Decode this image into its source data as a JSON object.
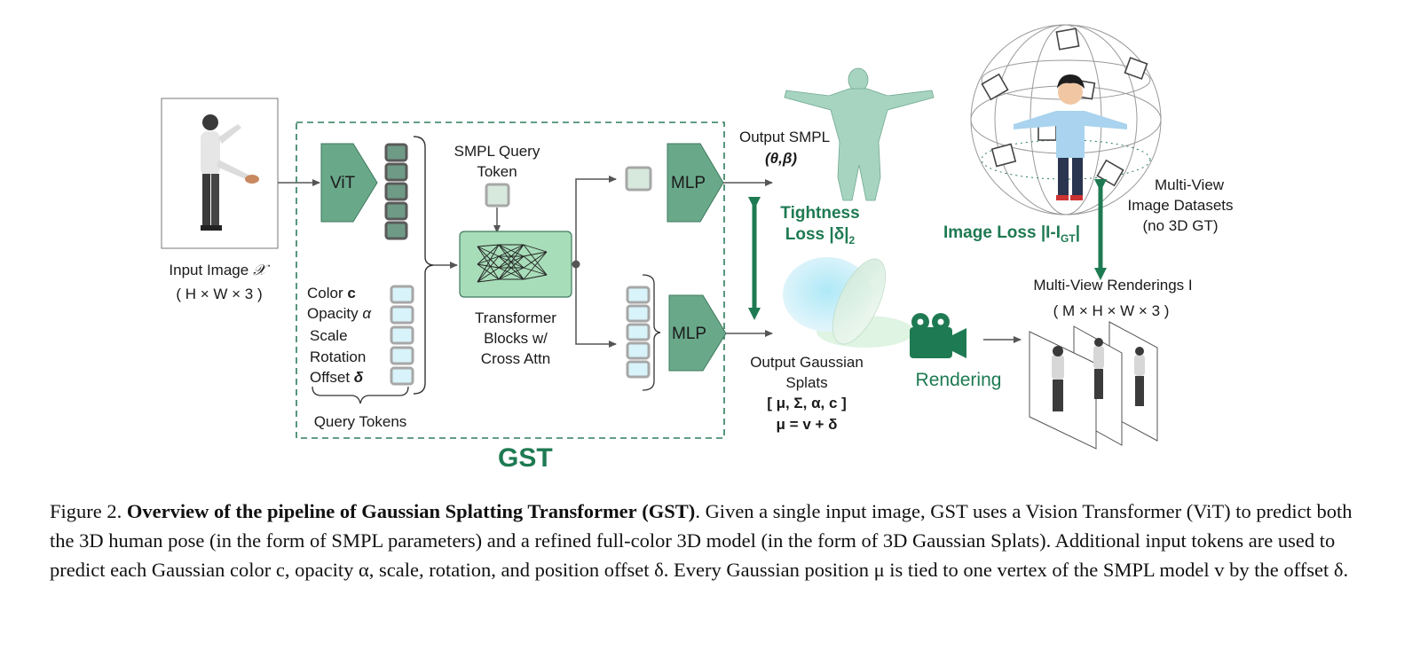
{
  "input": {
    "label": "Input Image",
    "symbol": "𝒳",
    "dims": "( H × W × 3 )"
  },
  "vit": {
    "label": "ViT"
  },
  "query": {
    "color": "Color",
    "color_sym": "c",
    "opacity": "Opacity",
    "opacity_sym": "α",
    "scale": "Scale",
    "rotation": "Rotation",
    "offset": "Offset",
    "offset_sym": "δ",
    "group_label": "Query Tokens"
  },
  "smpl_query": {
    "line1": "SMPL Query",
    "line2": "Token"
  },
  "transformer": {
    "line1": "Transformer",
    "line2": "Blocks w/",
    "line3": "Cross Attn"
  },
  "mlp_top": "MLP",
  "mlp_bottom": "MLP",
  "gst_label": "GST",
  "output_smpl": {
    "line1": "Output SMPL",
    "line2": "(θ,β)"
  },
  "tightness": {
    "line1": "Tightness",
    "line2": "Loss |δ|",
    "sub": "2"
  },
  "output_gaussian": {
    "line1": "Output Gaussian",
    "line2": "Splats",
    "line3": "[ μ, Σ, α, c ]",
    "line4": "μ = v + δ"
  },
  "rendering": "Rendering",
  "image_loss": {
    "text": "Image Loss |I-I",
    "sub": "GT",
    "end": "|"
  },
  "multiview_datasets": {
    "line1": "Multi-View",
    "line2": "Image Datasets",
    "line3": "(no 3D GT)"
  },
  "multiview_renderings": {
    "line1": "Multi-View Renderings I",
    "line2": "( M × H × W × 3 )"
  },
  "caption": {
    "prefix": "Figure 2.",
    "bold": "Overview of the pipeline of Gaussian Splatting Transformer",
    "bold2": "(GST)",
    "rest": ". Given a single input image, GST uses a Vision Transformer (ViT) to predict both the 3D human pose (in the form of SMPL parameters) and a refined full-color 3D model (in the form of 3D Gaussian Splats). Additional input tokens are used to predict each Gaussian color c, opacity α, scale, rotation, and position offset δ. Every Gaussian position μ is tied to one vertex of the SMPL model v by the offset δ."
  },
  "colors": {
    "accent": "#1e7a52",
    "node": "#6aa88a",
    "token": "#d8f3fa",
    "dashed": "#2e7d5b"
  }
}
